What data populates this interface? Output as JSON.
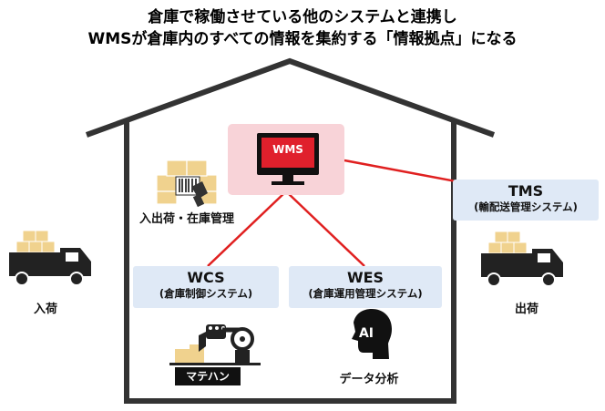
{
  "title": {
    "line1": "倉庫で稼働させている他のシステムと連携し",
    "line2": "WMSが倉庫内のすべての情報を集約する「情報拠点」になる"
  },
  "wms": {
    "label": "WMS"
  },
  "wcs": {
    "name": "WCS",
    "desc": "(倉庫制御システム)"
  },
  "wes": {
    "name": "WES",
    "desc": "(倉庫運用管理システム)"
  },
  "tms": {
    "name": "TMS",
    "desc": "(輸配送管理システム)"
  },
  "labels": {
    "inventory": "入出荷・在庫管理",
    "inbound": "入荷",
    "outbound": "出荷",
    "matehan": "マテハン",
    "ai_badge": "AI",
    "data_analysis": "データ分析"
  },
  "colors": {
    "connector": "#e02020",
    "wms_bg": "#f8d3d8",
    "wms_screen": "#e0202c",
    "system_box_bg": "#dfe9f6",
    "house_outline": "#333333"
  },
  "icons": [
    "truck-icon",
    "boxes-icon",
    "barcode-scanner-icon",
    "monitor-icon",
    "robot-arm-icon",
    "ai-head-icon"
  ]
}
